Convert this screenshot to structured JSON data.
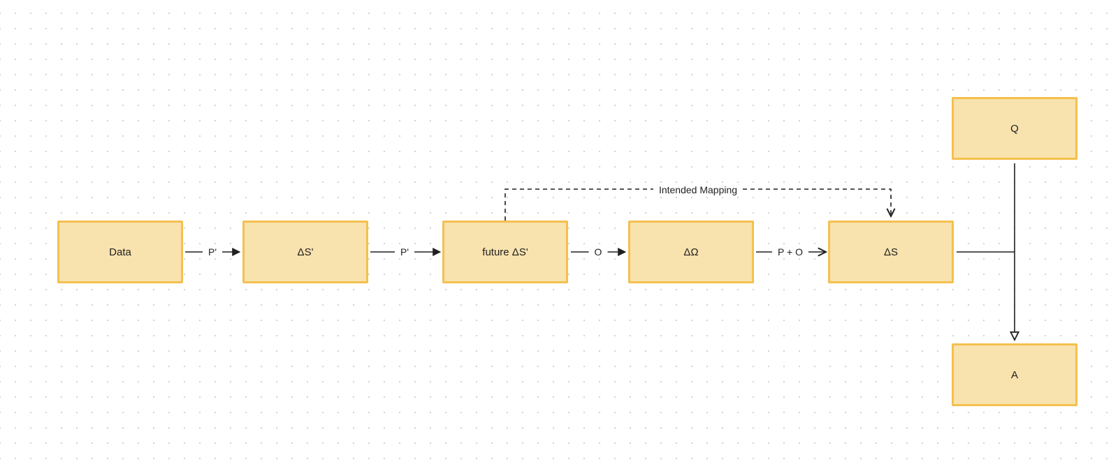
{
  "diagram": {
    "nodes": {
      "data": "Data",
      "ds_prime": "ΔS'",
      "future_ds_prime": "future ΔS'",
      "delta_omega": "ΔΩ",
      "delta_s": "ΔS",
      "q": "Q",
      "a": "A"
    },
    "edges": {
      "data_to_ds_prime": "P'",
      "ds_prime_to_future": "P'",
      "future_to_delta_omega": "O",
      "delta_omega_to_delta_s": "P + O",
      "intended_mapping": "Intended Mapping"
    },
    "colors": {
      "node_fill": "#f8e2ae",
      "node_border": "#f4c04e",
      "line": "#1f1f1f",
      "grid_dot": "#d4d4d4"
    }
  }
}
